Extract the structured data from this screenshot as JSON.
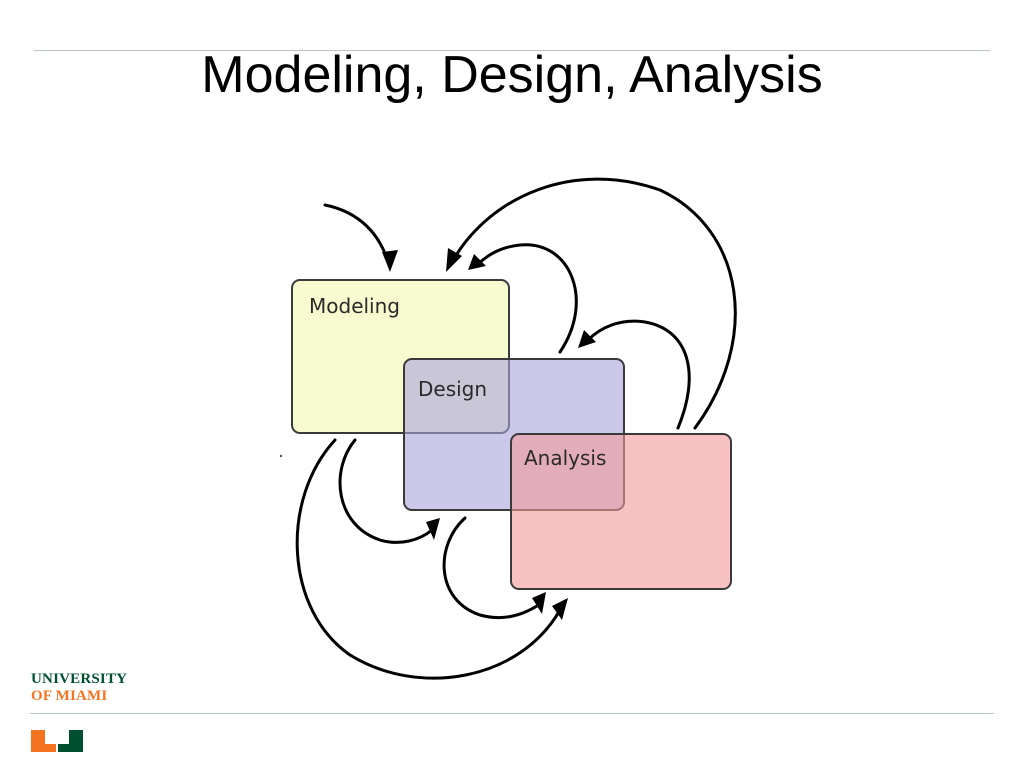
{
  "slide": {
    "title": "Modeling, Design, Analysis"
  },
  "diagram": {
    "boxes": [
      {
        "label": "Modeling",
        "fill": "#f8fbd0"
      },
      {
        "label": "Design",
        "fill": "#b3aee0"
      },
      {
        "label": "Analysis",
        "fill": "#f5a7a7"
      }
    ]
  },
  "footer": {
    "logo_line1": "UNIVERSITY",
    "logo_line2": "OF MIAMI",
    "colors": {
      "green": "#005030",
      "orange": "#f47321"
    }
  }
}
